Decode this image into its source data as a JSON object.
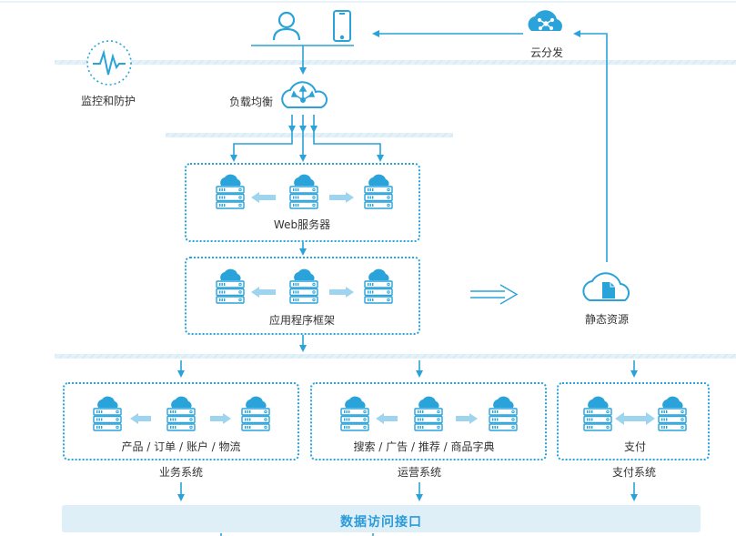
{
  "top": {
    "cloud_distribution": "云分发",
    "monitoring": "监控和防护",
    "load_balance": "负载均衡"
  },
  "web_tier": {
    "label": "Web服务器"
  },
  "app_tier": {
    "label": "应用程序框架"
  },
  "static": {
    "label": "静态资源"
  },
  "business": {
    "inner_label": "产品 / 订单 / 账户 / 物流",
    "title": "业务系统"
  },
  "operations": {
    "inner_label": "搜索 / 广告 / 推荐 / 商品字典",
    "title": "运营系统"
  },
  "payment": {
    "inner_label": "支付",
    "title": "支付系统"
  },
  "data_access": {
    "label": "数据访问接口"
  },
  "colors": {
    "primary": "#29a3d9",
    "light": "#9fd4ee",
    "band": "#dfeff8",
    "text": "#333333"
  },
  "icons": [
    "user-icon",
    "mobile-icon",
    "cloud-network-icon",
    "heartbeat-icon",
    "cloud-arrows-icon",
    "server-cloud-icon",
    "cloud-document-icon",
    "arrow-left-icon",
    "arrow-right-icon",
    "double-arrow-icon"
  ]
}
